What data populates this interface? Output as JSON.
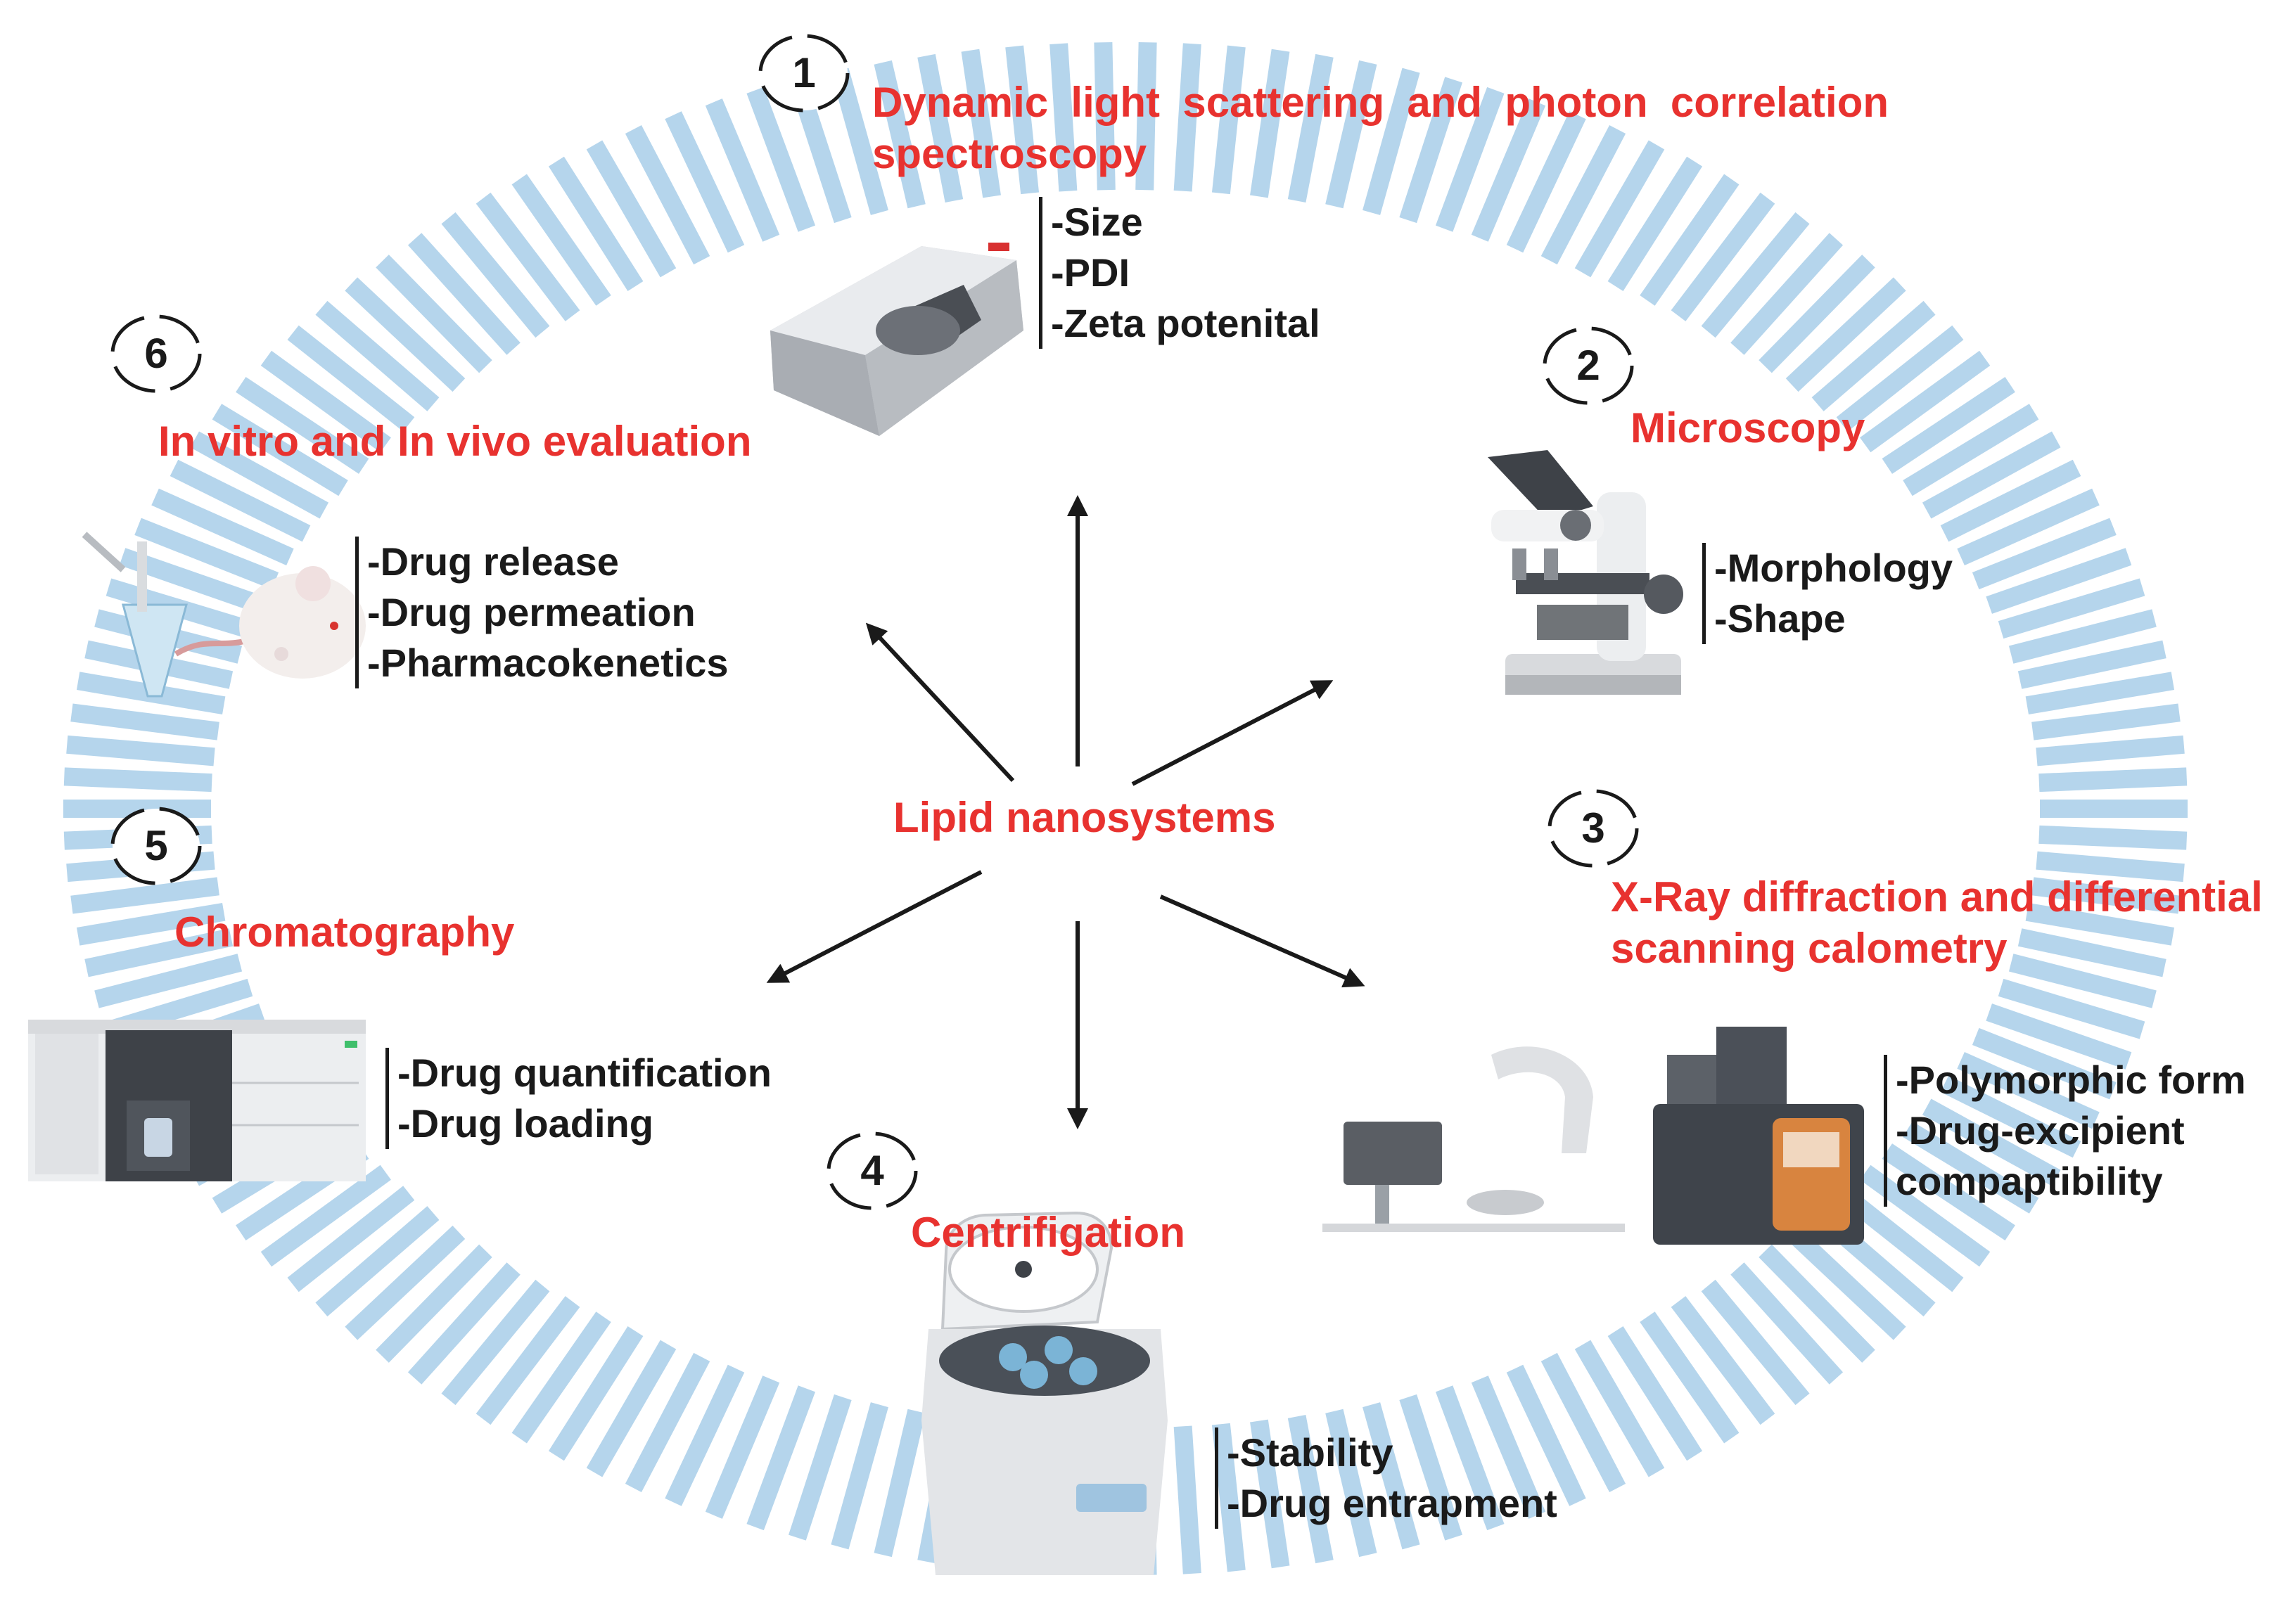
{
  "center": {
    "label": "Lipid nanosystems"
  },
  "colors": {
    "ring": "#b5d5ec",
    "title_red": "#e8322f",
    "text": "#1a1a1a"
  },
  "methods": [
    {
      "number": "1",
      "title_line1": "Dynamic light scattering and photon correlation",
      "title_line2": "spectroscopy",
      "items": [
        "-Size",
        "-PDI",
        "-Zeta potenital"
      ],
      "icon": "particle-size-analyzer-icon"
    },
    {
      "number": "2",
      "title_line1": "Microscopy",
      "items": [
        "-Morphology",
        "-Shape"
      ],
      "icon": "microscope-icon"
    },
    {
      "number": "3",
      "title_line1": "X-Ray diffraction and differential",
      "title_line2": "scanning calometry",
      "items": [
        "-Polymorphic form",
        "-Drug-excipient",
        "compaptibility"
      ],
      "icon": "xray-dsc-instrument-icon"
    },
    {
      "number": "4",
      "title_line1": "Centrifigation",
      "items": [
        "-Stability",
        "-Drug entrapment"
      ],
      "icon": "centrifuge-icon"
    },
    {
      "number": "5",
      "title_line1": "Chromatography",
      "items": [
        "-Drug quantification",
        "-Drug loading"
      ],
      "icon": "hplc-chromatograph-icon"
    },
    {
      "number": "6",
      "title_line1": "In vitro and In vivo evaluation",
      "items": [
        "-Drug release",
        "-Drug permeation",
        "-Pharmacokenetics"
      ],
      "icon": "rat-and-tube-icon"
    }
  ]
}
